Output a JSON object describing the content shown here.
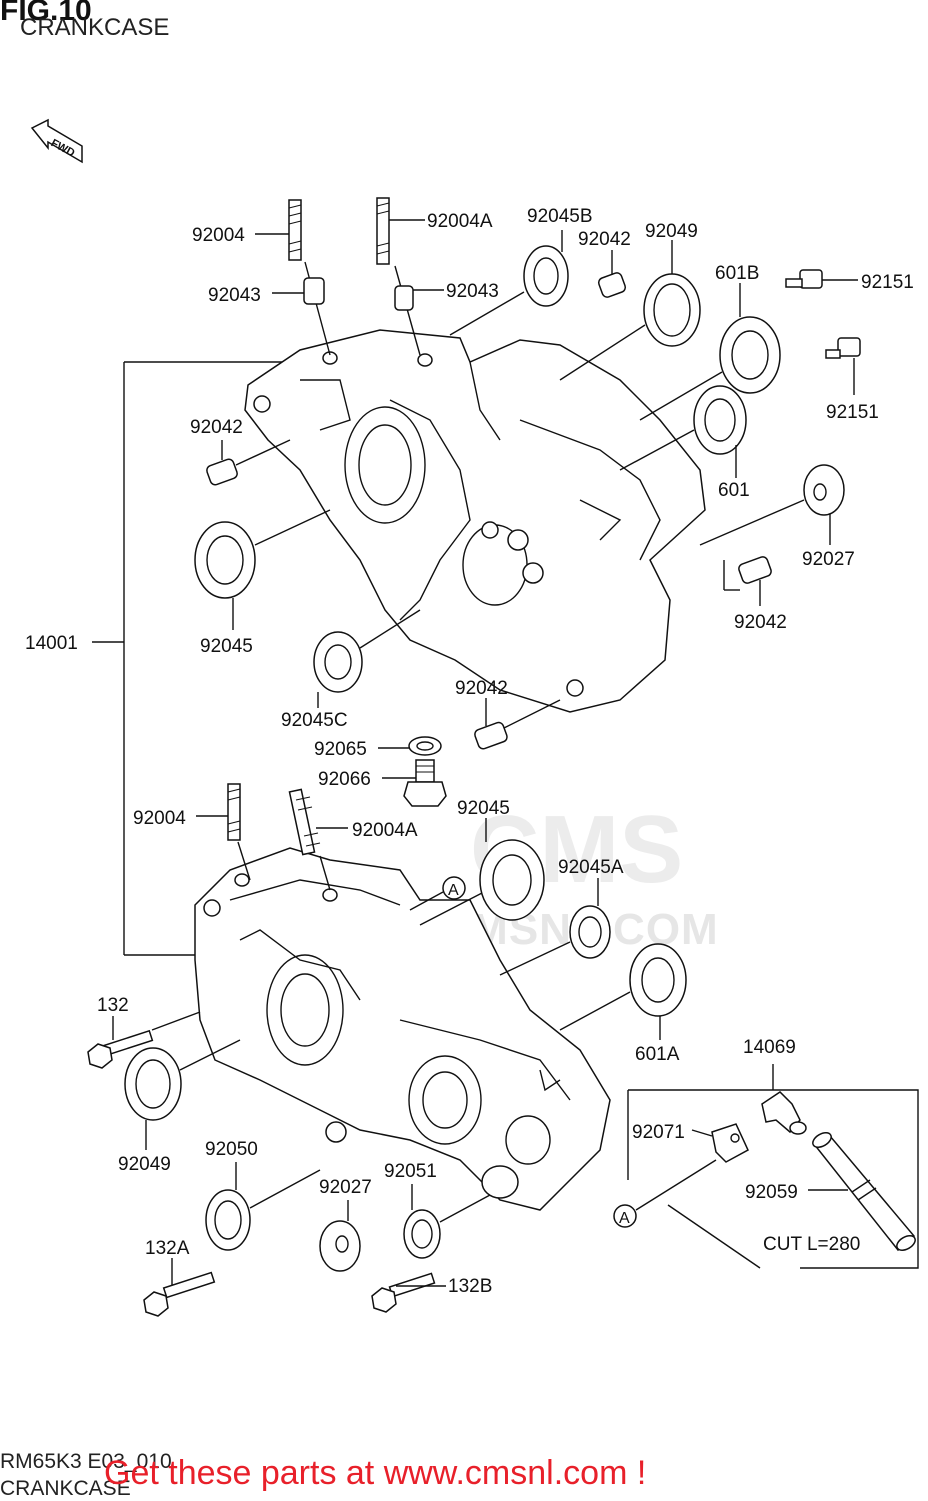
{
  "figure": {
    "title": "FIG.10",
    "subtitle": "CRANKCASE",
    "fwd_label": "FWD",
    "footer_code": "RM65K3 E03_010",
    "footer_name": "CRANKCASE",
    "promo": "Get these parts at www.cmsnl.com !",
    "watermark": "WWW.CMSNL.COM",
    "watermark_logo": "CMS"
  },
  "callouts": {
    "stud_upper": "92004",
    "stud_upper_a": "92004A",
    "bearing_upper_b": "92045B",
    "pin_upper_top": "92042",
    "seal_upper": "92049",
    "bearing_601b": "601B",
    "bolt_upper_a": "92151",
    "bolt_upper_b": "92151",
    "dowel_left": "92043",
    "dowel_right": "92043",
    "pin_upper_left": "92042",
    "bearing_601": "601",
    "washer_right": "92027",
    "bearing_left": "92045",
    "pin_right_mid": "92042",
    "crankcase_assy": "14001",
    "bearing_c": "92045C",
    "pin_center": "92042",
    "washer_drain": "92065",
    "plug_drain": "92066",
    "stud_lower": "92004",
    "stud_lower_a": "92004A",
    "bearing_lower": "92045",
    "bearing_lower_a": "92045A",
    "bolt_132": "132",
    "bearing_601a": "601A",
    "breather_assy": "14069",
    "seal_lower": "92049",
    "seal_92050": "92050",
    "clamp_92071": "92071",
    "washer_lower": "92027",
    "seal_92051": "92051",
    "hose_92059": "92059",
    "hose_cut": "CUT L=280",
    "bolt_132a": "132A",
    "bolt_132b": "132B",
    "ref_a_case": "A",
    "ref_a_hose": "A"
  }
}
